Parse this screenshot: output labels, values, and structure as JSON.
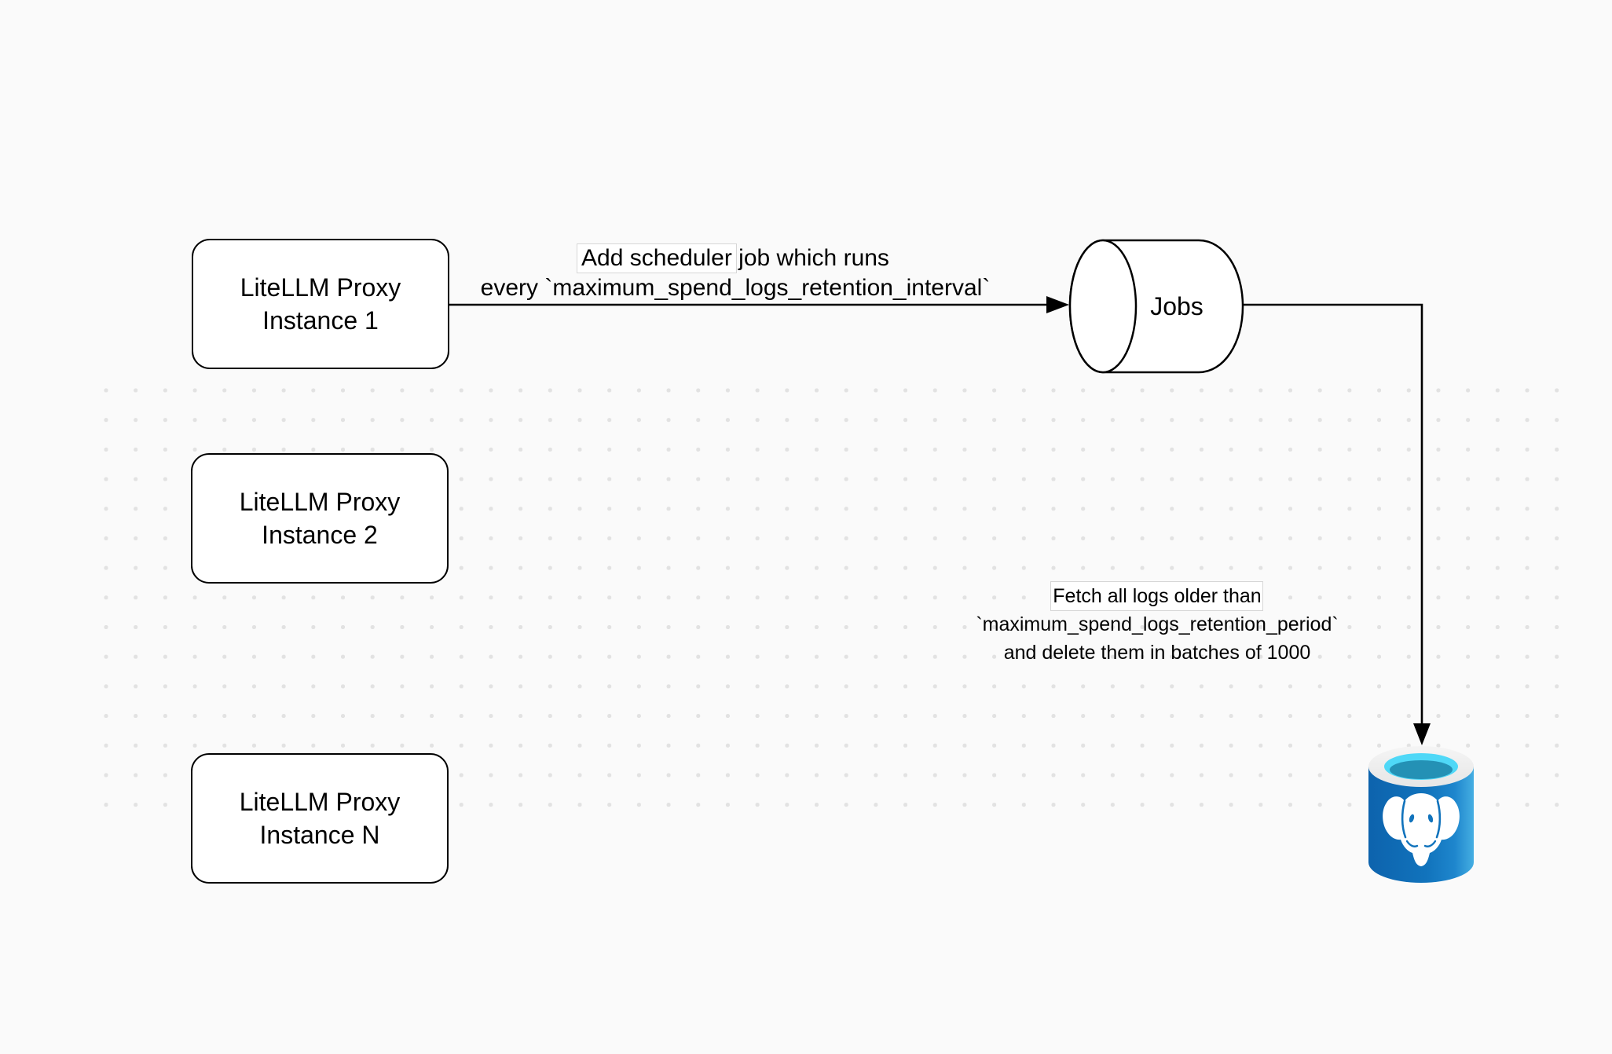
{
  "canvas": {
    "background_color": "#fafafa",
    "grid_dot_color": "#e2e2e2",
    "stroke_color": "#000000",
    "node_fill_color": "#ffffff"
  },
  "nodes": {
    "proxy1": {
      "line1": "LiteLLM Proxy",
      "line2": "Instance 1"
    },
    "proxy2": {
      "line1": "LiteLLM Proxy",
      "line2": "Instance 2"
    },
    "proxyN": {
      "line1": "LiteLLM Proxy",
      "line2": "Instance N"
    },
    "jobs": {
      "label": "Jobs"
    },
    "postgres": {
      "icon": "postgresql-database-icon"
    }
  },
  "edges": {
    "scheduler": {
      "line1": "Add scheduler job which runs",
      "line2": "every `maximum_spend_logs_retention_interval`"
    },
    "cleanup": {
      "line1": "Fetch all logs older than",
      "line2": "`maximum_spend_logs_retention_period`",
      "line3": "and delete them in batches of 1000"
    }
  },
  "icon_colors": {
    "postgres_blue_dark": "#0d63ad",
    "postgres_blue": "#1173bc",
    "postgres_blue_light": "#45aee2",
    "postgres_rim": "#efefef",
    "postgres_cyan": "#4fd8f7",
    "postgres_teal": "#2491b5",
    "elephant_white": "#ffffff"
  }
}
